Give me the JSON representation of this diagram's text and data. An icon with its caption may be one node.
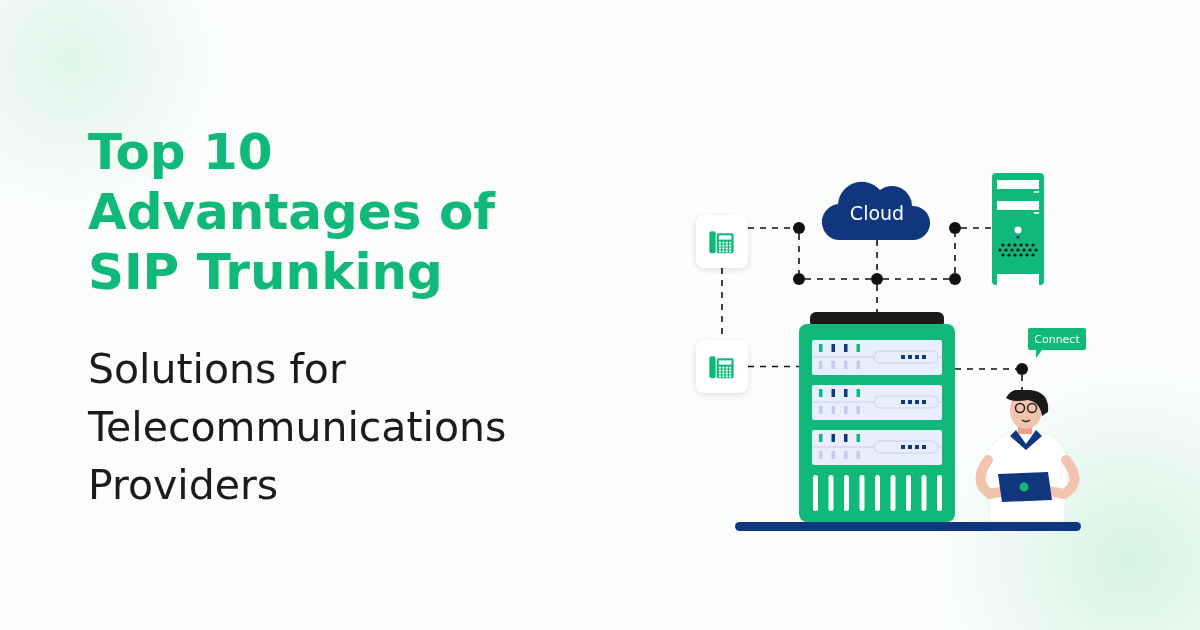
{
  "diagram": {
    "title": "Top 10 Advantages of SIP Trunking",
    "nodes": [
      {
        "text": [],
        "shape": "picture"
      },
      {
        "text": [],
        "shape": "circle"
      },
      {
        "text": [
          "Cloud"
        ]
      },
      {
        "text": [],
        "shape": "circle"
      },
      {
        "text": [],
        "shape": "picture"
      },
      {
        "text": [],
        "shape": "circle"
      },
      {
        "text": [],
        "shape": "circle"
      },
      {
        "text": [],
        "shape": "circle"
      },
      {
        "text": [],
        "shape": "picture"
      },
      {
        "text": [
          "Connect"
        ]
      },
      {
        "text": [],
        "shape": "picture"
      },
      {
        "text": [],
        "shape": "circle"
      },
      {
        "text": [],
        "shape": "person"
      }
    ],
    "edges": [
      {
        "from": 0,
        "to": 1,
        "arrow": "none",
        "style": "dashed"
      },
      {
        "from": 1,
        "to": 5,
        "arrow": "none",
        "style": "dashed"
      },
      {
        "from": 5,
        "to": 6,
        "arrow": "none",
        "style": "dashed"
      },
      {
        "from": 6,
        "to": 7,
        "arrow": "none",
        "style": "dashed"
      },
      {
        "from": 7,
        "to": 3,
        "arrow": "none",
        "style": "dashed"
      },
      {
        "from": 3,
        "to": 4,
        "arrow": "none",
        "style": "dashed"
      },
      {
        "from": 2,
        "to": 6,
        "arrow": "none",
        "style": "dashed"
      },
      {
        "from": 6,
        "to": 8,
        "arrow": "none",
        "style": "dashed"
      },
      {
        "from": 0,
        "to": 10,
        "arrow": "none",
        "style": "dashed"
      },
      {
        "from": 10,
        "to": 8,
        "arrow": "none",
        "style": "dashed"
      },
      {
        "from": 8,
        "to": 11,
        "arrow": "none",
        "style": "dashed"
      },
      {
        "from": 11,
        "to": 12,
        "arrow": "none",
        "style": "dashed"
      }
    ],
    "labels": [
      "Solutions for Telecommunications Providers"
    ]
  }
}
